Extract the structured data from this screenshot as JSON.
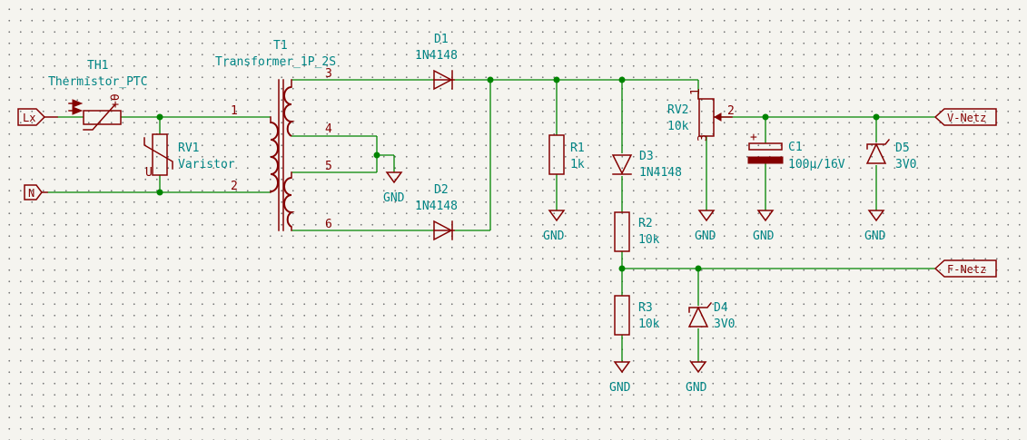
{
  "components": {
    "th1": {
      "ref": "TH1",
      "value": "Thermistor_PTC"
    },
    "t1": {
      "ref": "T1",
      "value": "Transformer_1P_2S",
      "pins": [
        "1",
        "2",
        "3",
        "4",
        "5",
        "6"
      ]
    },
    "rv1": {
      "ref": "RV1",
      "value": "Varistor"
    },
    "d1": {
      "ref": "D1",
      "value": "1N4148"
    },
    "d2": {
      "ref": "D2",
      "value": "1N4148"
    },
    "d3": {
      "ref": "D3",
      "value": "1N4148"
    },
    "r1": {
      "ref": "R1",
      "value": "1k"
    },
    "r2": {
      "ref": "R2",
      "value": "10k"
    },
    "r3": {
      "ref": "R3",
      "value": "10k"
    },
    "rv2": {
      "ref": "RV2",
      "value": "10k",
      "pins": [
        "1",
        "2",
        "3"
      ]
    },
    "c1": {
      "ref": "C1",
      "value": "100µ/16V"
    },
    "d4": {
      "ref": "D4",
      "value": "3V0"
    },
    "d5": {
      "ref": "D5",
      "value": "3V0"
    }
  },
  "labels": {
    "lx": "Lx",
    "n": "N",
    "vnetz": "V-Netz",
    "fnetz": "F-Netz"
  },
  "power": {
    "gnd": "GND"
  }
}
